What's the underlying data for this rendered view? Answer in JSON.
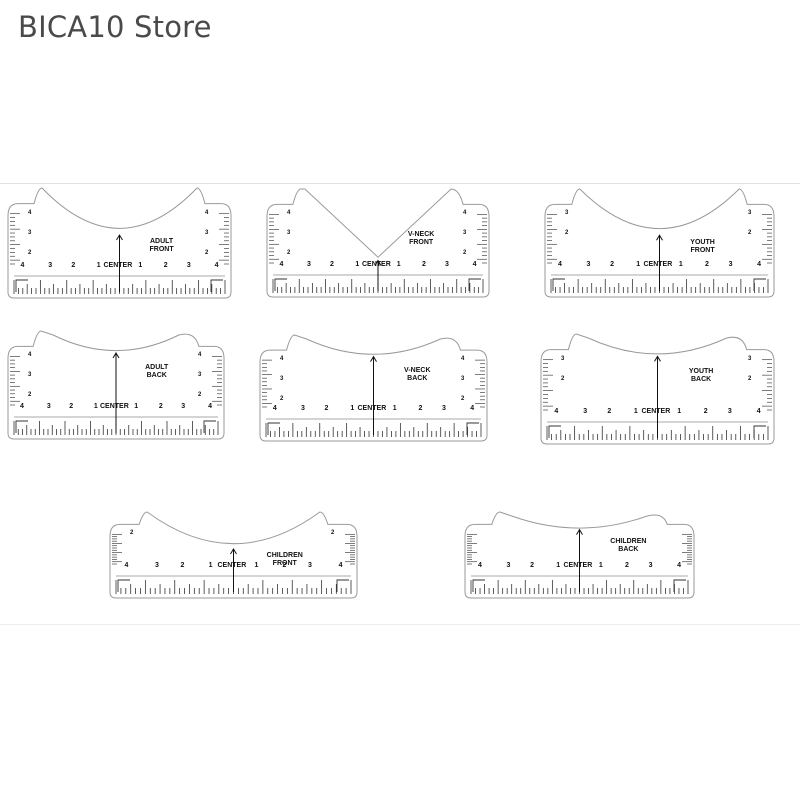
{
  "store": {
    "title": "BICA10 Store"
  },
  "rulers": [
    {
      "name": "adult-front",
      "label": "ADULT\nFRONT",
      "center": "CENTER",
      "shape": "round",
      "side_numbers": [
        "4",
        "3",
        "2"
      ]
    },
    {
      "name": "v-neck-front",
      "label": "V-NECK\nFRONT",
      "center": "CENTER",
      "shape": "v",
      "side_numbers": [
        "4",
        "3",
        "2"
      ]
    },
    {
      "name": "youth-front",
      "label": "YOUTH\nFRONT",
      "center": "CENTER",
      "shape": "round",
      "side_numbers": [
        "3",
        "2"
      ]
    },
    {
      "name": "adult-back",
      "label": "ADULT\nBACK",
      "center": "CENTER",
      "shape": "shallow",
      "side_numbers": [
        "4",
        "3",
        "2"
      ]
    },
    {
      "name": "v-neck-back",
      "label": "V-NECK\nBACK",
      "center": "CENTER",
      "shape": "shallow",
      "side_numbers": [
        "4",
        "3",
        "2"
      ]
    },
    {
      "name": "youth-back",
      "label": "YOUTH\nBACK",
      "center": "CENTER",
      "shape": "shallow",
      "side_numbers": [
        "3",
        "2"
      ]
    },
    {
      "name": "children-front",
      "label": "CHILDREN\nFRONT",
      "center": "CENTER",
      "shape": "round",
      "side_numbers": [
        "2"
      ]
    },
    {
      "name": "children-back",
      "label": "CHILDREN\nBACK",
      "center": "CENTER",
      "shape": "shallow",
      "side_numbers": []
    }
  ],
  "bottom_numbers": [
    "4",
    "3",
    "2",
    "1",
    "1",
    "2",
    "3",
    "4"
  ]
}
